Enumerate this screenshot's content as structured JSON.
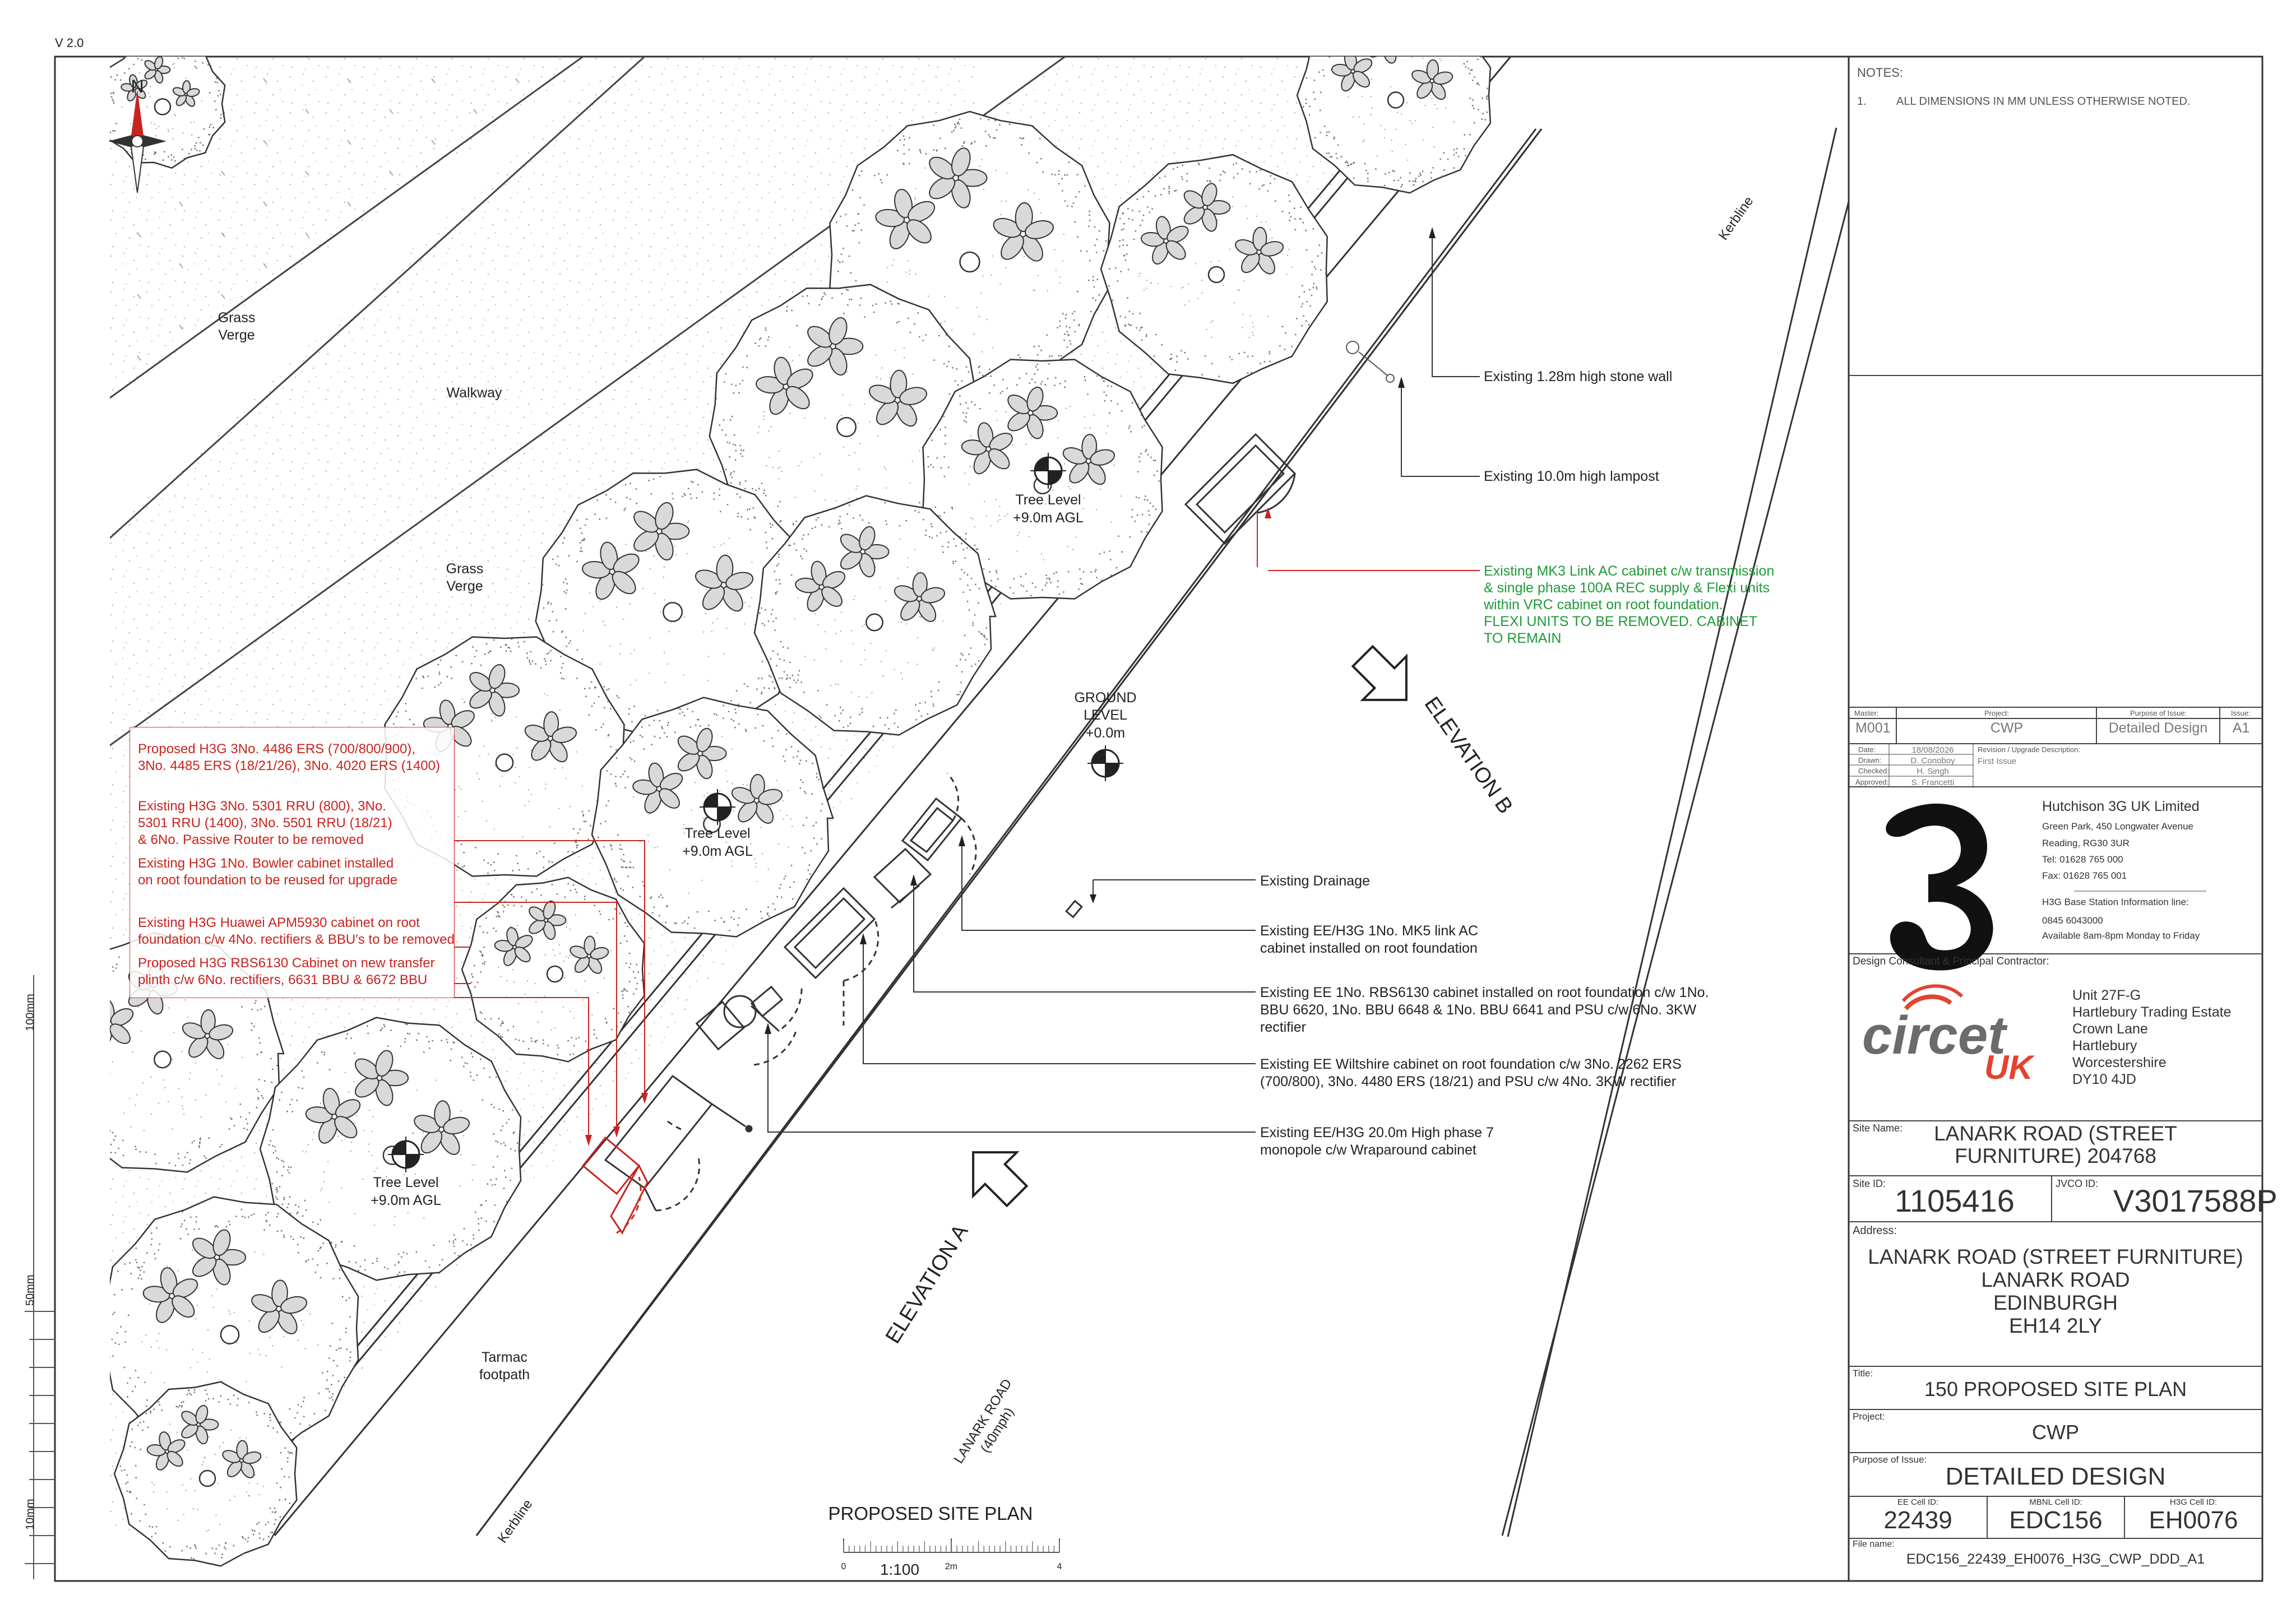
{
  "version": "V 2.0",
  "notes": {
    "heading": "NOTES:",
    "items": [
      {
        "num": "1.",
        "text": "ALL DIMENSIONS IN MM UNLESS OTHERWISE NOTED."
      }
    ]
  },
  "plan": {
    "north": "N",
    "areas": {
      "grass_verge_1": [
        "Grass",
        "Verge"
      ],
      "walkway": "Walkway",
      "grass_verge_2": [
        "Grass",
        "Verge"
      ],
      "tarmac": [
        "Tarmac",
        "footpath"
      ],
      "road": [
        "LANARK ROAD",
        "(40mph)"
      ],
      "kerbline_top": "Kerbline",
      "kerbline_bottom": "Kerbline"
    },
    "levels": {
      "tree_1": [
        "Tree Level",
        "+9.0m AGL"
      ],
      "tree_2": [
        "Tree Level",
        "+9.0m AGL"
      ],
      "tree_3": [
        "Tree Level",
        "+9.0m AGL"
      ],
      "ground": [
        "GROUND",
        "LEVEL",
        "+0.0m"
      ]
    },
    "elevations": {
      "a": "ELEVATION A",
      "b": "ELEVATION B"
    },
    "annotations_black": {
      "stone_wall": [
        "Existing 1.28m high stone wall"
      ],
      "lampost": [
        "Existing 10.0m high lampost"
      ],
      "drainage": [
        "Existing Drainage"
      ],
      "mk5": [
        "Existing EE/H3G 1No. MK5 link AC",
        "cabinet installed on root foundation"
      ],
      "rbs6130": [
        "Existing EE 1No. RBS6130 cabinet installed on root foundation c/w 1No.",
        "BBU 6620, 1No. BBU 6648 & 1No. BBU 6641 and PSU c/w 6No. 3KW",
        "rectifier"
      ],
      "wiltshire": [
        "Existing EE Wiltshire cabinet on root foundation c/w 3No. 2262 ERS",
        "(700/800), 3No. 4480 ERS  (18/21) and PSU c/w 4No. 3KW rectifier"
      ],
      "monopole": [
        "Existing EE/H3G 20.0m High phase 7",
        "monopole c/w Wraparound cabinet"
      ]
    },
    "annotation_green": [
      "Existing MK3 Link AC cabinet c/w transmission",
      "& single phase 100A REC supply & Flexi units",
      "within VRC cabinet on root foundation.",
      "FLEXI UNITS TO BE REMOVED. CABINET",
      "TO REMAIN"
    ],
    "annotations_red": {
      "ers": [
        "Proposed H3G 3No. 4486 ERS (700/800/900),",
        "3No. 4485 ERS (18/21/26), 3No. 4020 ERS (1400)"
      ],
      "rru": [
        "Existing H3G 3No. 5301 RRU (800), 3No.",
        "5301 RRU (1400), 3No. 5501 RRU (18/21)",
        "& 6No. Passive Router to be removed"
      ],
      "bowler": [
        "Existing H3G 1No. Bowler cabinet installed",
        "on root foundation to be reused for upgrade"
      ],
      "huawei": [
        "Existing H3G Huawei APM5930 cabinet on root",
        "foundation c/w 4No. rectifiers & BBU's to be removed"
      ],
      "proposed_rbs": [
        "Proposed H3G RBS6130 Cabinet on new transfer",
        "plinth c/w 6No. rectifiers, 6631 BBU & 6672 BBU"
      ]
    },
    "plan_title": "PROPOSED SITE PLAN",
    "scale": {
      "ratio": "1:100",
      "ticks": [
        "0",
        "2m",
        "4"
      ]
    },
    "margin_scale": [
      "100mm",
      "50mm",
      "10mm"
    ]
  },
  "titleblock": {
    "master_label": "Master:",
    "master": "M001",
    "project_label": "Project:",
    "project_short": "CWP",
    "purpose_label": "Purpose of Issue:",
    "purpose_short": "Detailed Design",
    "issue_label": "Issue:",
    "issue": "A1",
    "date_label": "Date:",
    "date": "18/08/2026",
    "drawn_label": "Drawn:",
    "drawn": "D. Conoboy",
    "checked_label": "Checked:",
    "checked": "H. Singh",
    "approved_label": "Approved:",
    "approved": "S. Francetti",
    "revision_label": "Revision / Upgrade Description:",
    "revision": "First Issue",
    "h3g": {
      "name": "Hutchison 3G UK Limited",
      "addr1": "Green Park, 450 Longwater Avenue",
      "addr2": "Reading, RG30 3UR",
      "tel": "Tel: 01628 765 000",
      "fax": "Fax: 01628 765 001",
      "info": "H3G Base Station Information line:",
      "phone": "0845 6043000",
      "hours": "Available 8am-8pm Monday to Friday"
    },
    "consultant_label": "Design Consultant & Principal Contractor:",
    "circet": {
      "brand": "circet",
      "region": "UK",
      "address": [
        "Unit 27F-G",
        "Hartlebury Trading Estate",
        "Crown Lane",
        "Hartlebury",
        "Worcestershire",
        "DY10 4JD"
      ]
    },
    "site_name_label": "Site Name:",
    "site_name": [
      "LANARK ROAD (STREET",
      "FURNITURE) 204768"
    ],
    "site_id_label": "Site ID:",
    "site_id": "1105416",
    "jvco_label": "JVCO ID:",
    "jvco_id": "V3017588P",
    "address_label": "Address:",
    "address": [
      "LANARK ROAD (STREET FURNITURE)",
      "LANARK ROAD",
      "EDINBURGH",
      "EH14 2LY"
    ],
    "title_label": "Title:",
    "title": "150 PROPOSED SITE PLAN",
    "project2_label": "Project:",
    "project": "CWP",
    "purpose2_label": "Purpose of Issue:",
    "purpose": "DETAILED DESIGN",
    "ee_label": "EE Cell ID:",
    "ee_id": "22439",
    "mbnl_label": "MBNL Cell ID:",
    "mbnl_id": "EDC156",
    "h3g_label": "H3G Cell ID:",
    "h3g_id": "EH0076",
    "file_label": "File name:",
    "file": "EDC156_22439_EH0076_H3G_CWP_DDD_A1"
  },
  "colors": {
    "line": "#333333",
    "red": "#c8241f",
    "green": "#1f9a3a",
    "circet_red": "#e4432e",
    "circet_grey": "#6b6b6b"
  }
}
